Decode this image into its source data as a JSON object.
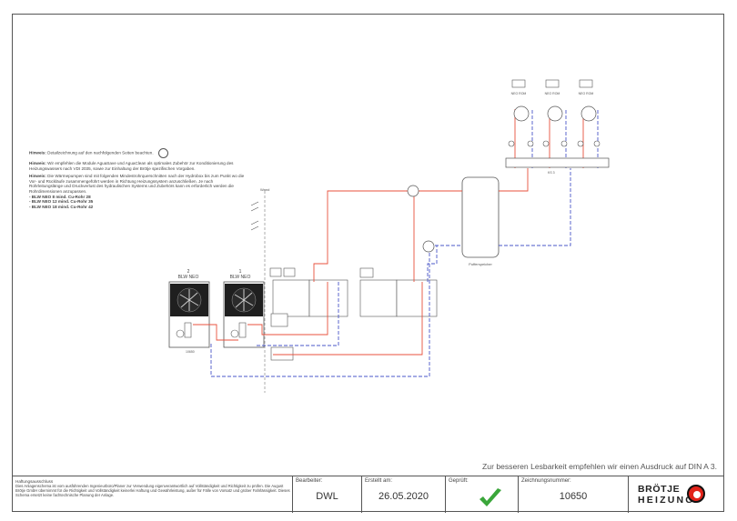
{
  "notes": {
    "hint1_label": "Hinweis:",
    "hint1_text": "Detailzeichnung auf den nachfolgenden Seiten beachten.",
    "hint2_label": "Hinweis:",
    "hint2_text": "Wir empfehlen die Module AguaSave und AguaClean als optimales Zubehör zur Konditionierung des Heizungswassers nach VDI 2035, sowie zur Einhaltung der Brötje spezifischen Vorgaben.",
    "hint3_label": "Hinweis:",
    "hint3_text": "Die Wärmepumpen sind mit folgenden Mindestrohrquerschnitten nach der Hydrobox bis zum Punkt wo die Vor- und Rückläufe zusammengeführt werden in Richtung Heizungssystem anzuschließen. Je nach Rohrleitungslänge und Druckverlust des hydraulischen Systems und Zubehörs kann es erforderlich werden die Rohrdimensionen anzupassen.",
    "pipe_sizes": [
      "- BLW NEO 8   mind. Cu-Rohr 28",
      "- BLW NEO 12 mind. Cu-Rohr 35",
      "- BLW NEO 18 mind. Cu-Rohr 42"
    ]
  },
  "diagram": {
    "hp1_number": "2",
    "hp1_name": "BLW NEO",
    "hp2_number": "1",
    "hp2_name": "BLW NEO",
    "hp1_sub": "10650",
    "storage_label": "Pufferspeicher",
    "wall_label": "Wand",
    "mixer_label": "KS 3",
    "room_units": [
      "NEO ROM",
      "NEO ROM",
      "NEO ROM"
    ]
  },
  "print_note": "Zur besseren Lesbarkeit empfehlen wir einen Ausdruck auf DIN A 3.",
  "title_block": {
    "liability_heading": "Haftungsausschluss",
    "liability_text": "Dies Anlagenschema ist vom ausführenden Ingenieurbüro/Planer zur Verwendung eigenverantwortlich auf Vollständigkeit und Richtigkeit zu prüfen. Die August Brötje GmbH übernimmt für die Richtigkeit und Vollständigkeit keinerlei Haftung und Gewährleistung, außer für Fälle von Vorsatz und grober Fahrlässigkeit. Dieses Schema ersetzt keine fachtechnische Planung der Anlage.",
    "editor_label": "Bearbeiter:",
    "editor_value": "DWL",
    "created_label": "Erstellt am:",
    "created_value": "26.05.2020",
    "checked_label": "Geprüft:",
    "drawing_label": "Zeichnungsnummer:",
    "drawing_value": "10650",
    "logo_line1": "BRÖTJE",
    "logo_line2": "HEIZUNG"
  },
  "colors": {
    "flow": "#e8503c",
    "return": "#4a57c8",
    "check": "#3aa63a",
    "logo_red": "#e2231a"
  }
}
